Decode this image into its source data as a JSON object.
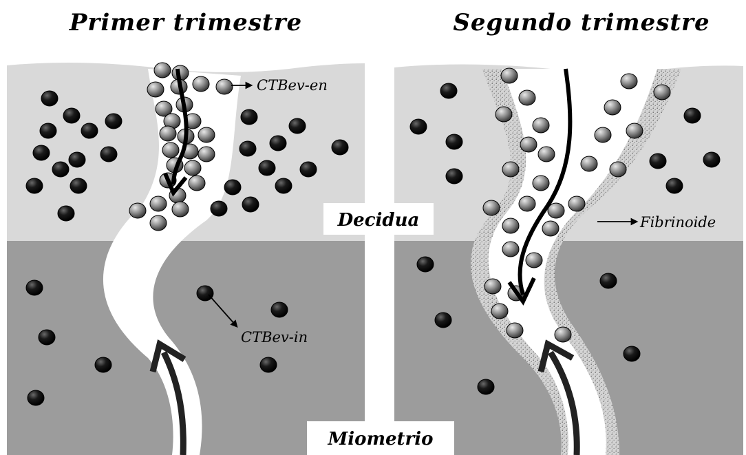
{
  "titles": {
    "left": "Primer trimestre",
    "right": "Segundo trimestre"
  },
  "labels": {
    "decidua": "Decidua",
    "miometrio": "Miometrio",
    "ctbev_en": "CTBev-en",
    "ctbev_in": "CTBev-in",
    "fibrinoide": "Fibrinoide"
  },
  "colors": {
    "decidua": "#d9d9d9",
    "myometrium": "#9c9c9c",
    "vessel": "#ffffff",
    "fibrinoid": "#c8c8c8",
    "interstitial_cell": "#1a1a1a",
    "endovascular_cell": "#8a8a8a",
    "flow_arrow": "#000000",
    "inflow_arrow": "#2a2a2a"
  }
}
